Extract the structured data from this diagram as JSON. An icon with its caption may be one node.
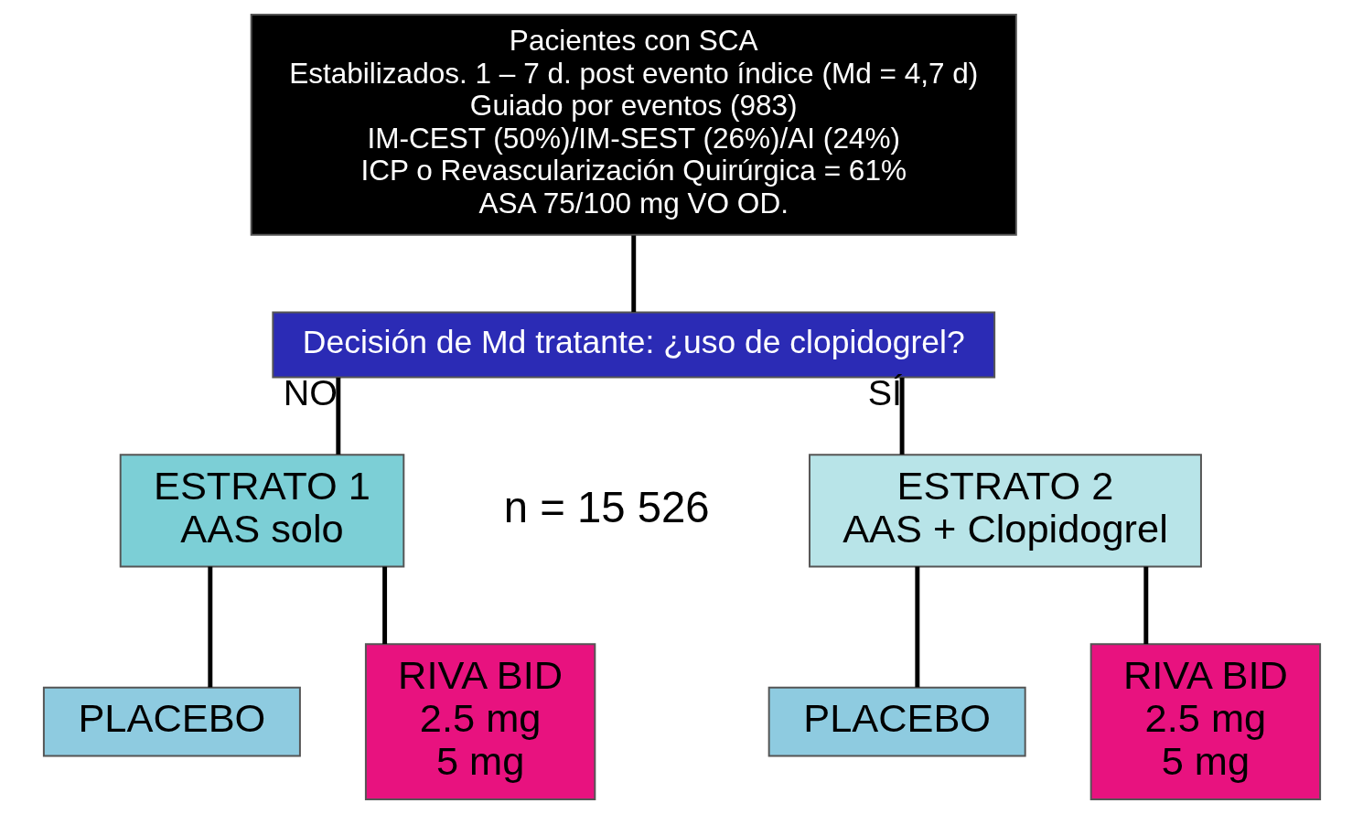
{
  "diagram": {
    "nodes": [
      {
        "text": [
          "Pacientes con SCA",
          "Estabilizados. 1 – 7 d. post evento índice (Md = 4,7 d)",
          "Guiado por eventos (983)",
          "IM-CEST (50%)/IM-SEST (26%)/AI (24%)",
          "ICP o Revascularización Quirúrgica = 61%",
          "ASA 75/100 mg VO OD."
        ]
      },
      {
        "text": [
          "Decisión de Md tratante: ¿uso de clopidogrel?"
        ]
      },
      {
        "text": [
          "ESTRATO 1",
          "AAS solo"
        ]
      },
      {
        "text": [
          "ESTRATO 2",
          "AAS + Clopidogrel"
        ]
      },
      {
        "text": [
          "PLACEBO"
        ]
      },
      {
        "text": [
          "RIVA BID",
          "2.5 mg",
          "5 mg"
        ]
      },
      {
        "text": [
          "PLACEBO"
        ]
      },
      {
        "text": [
          "RIVA BID",
          "2.5 mg",
          "5 mg"
        ]
      }
    ],
    "edges": [
      {
        "from": 0,
        "to": 1,
        "arrow": "none"
      },
      {
        "from": 1,
        "to": 2,
        "arrow": "none",
        "label": "NO"
      },
      {
        "from": 1,
        "to": 3,
        "arrow": "none",
        "label": "SÍ"
      },
      {
        "from": 2,
        "to": 4,
        "arrow": "none"
      },
      {
        "from": 2,
        "to": 5,
        "arrow": "none"
      },
      {
        "from": 3,
        "to": 6,
        "arrow": "none"
      },
      {
        "from": 3,
        "to": 7,
        "arrow": "none"
      }
    ],
    "labels": [
      "n = 15 526"
    ]
  }
}
